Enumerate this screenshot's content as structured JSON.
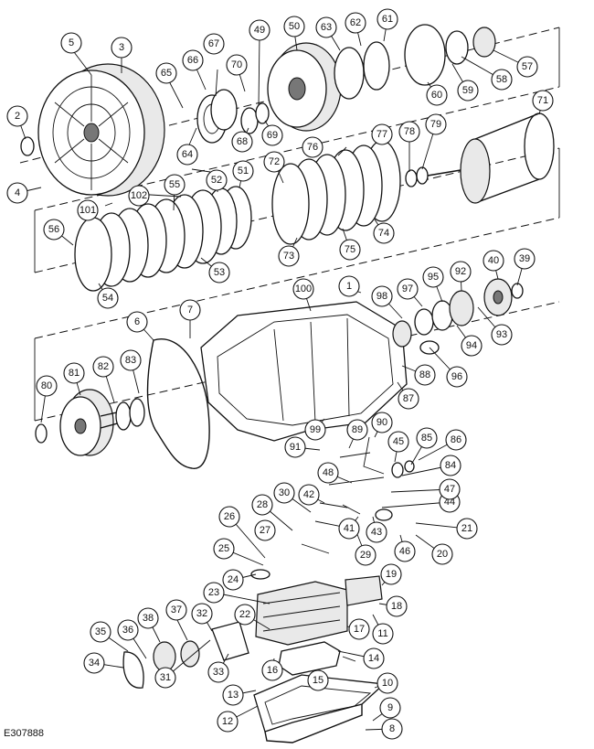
{
  "figure_id": "E307888",
  "callouts": [
    "1",
    "2",
    "3",
    "4",
    "5",
    "6",
    "7",
    "8",
    "9",
    "10",
    "11",
    "12",
    "13",
    "14",
    "15",
    "16",
    "17",
    "18",
    "19",
    "20",
    "21",
    "22",
    "23",
    "24",
    "25",
    "26",
    "27",
    "28",
    "29",
    "30",
    "31",
    "32",
    "33",
    "34",
    "35",
    "36",
    "37",
    "38",
    "39",
    "40",
    "41",
    "42",
    "43",
    "44",
    "45",
    "46",
    "47",
    "48",
    "49",
    "50",
    "51",
    "52",
    "53",
    "54",
    "55",
    "56",
    "57",
    "58",
    "59",
    "60",
    "61",
    "62",
    "63",
    "64",
    "65",
    "66",
    "67",
    "68",
    "69",
    "70",
    "71",
    "72",
    "73",
    "74",
    "75",
    "76",
    "77",
    "78",
    "79",
    "80",
    "81",
    "82",
    "83",
    "84",
    "85",
    "86",
    "87",
    "88",
    "89",
    "90",
    "91",
    "92",
    "93",
    "94",
    "95",
    "96",
    "97",
    "98",
    "99",
    "100",
    "101",
    "102"
  ]
}
